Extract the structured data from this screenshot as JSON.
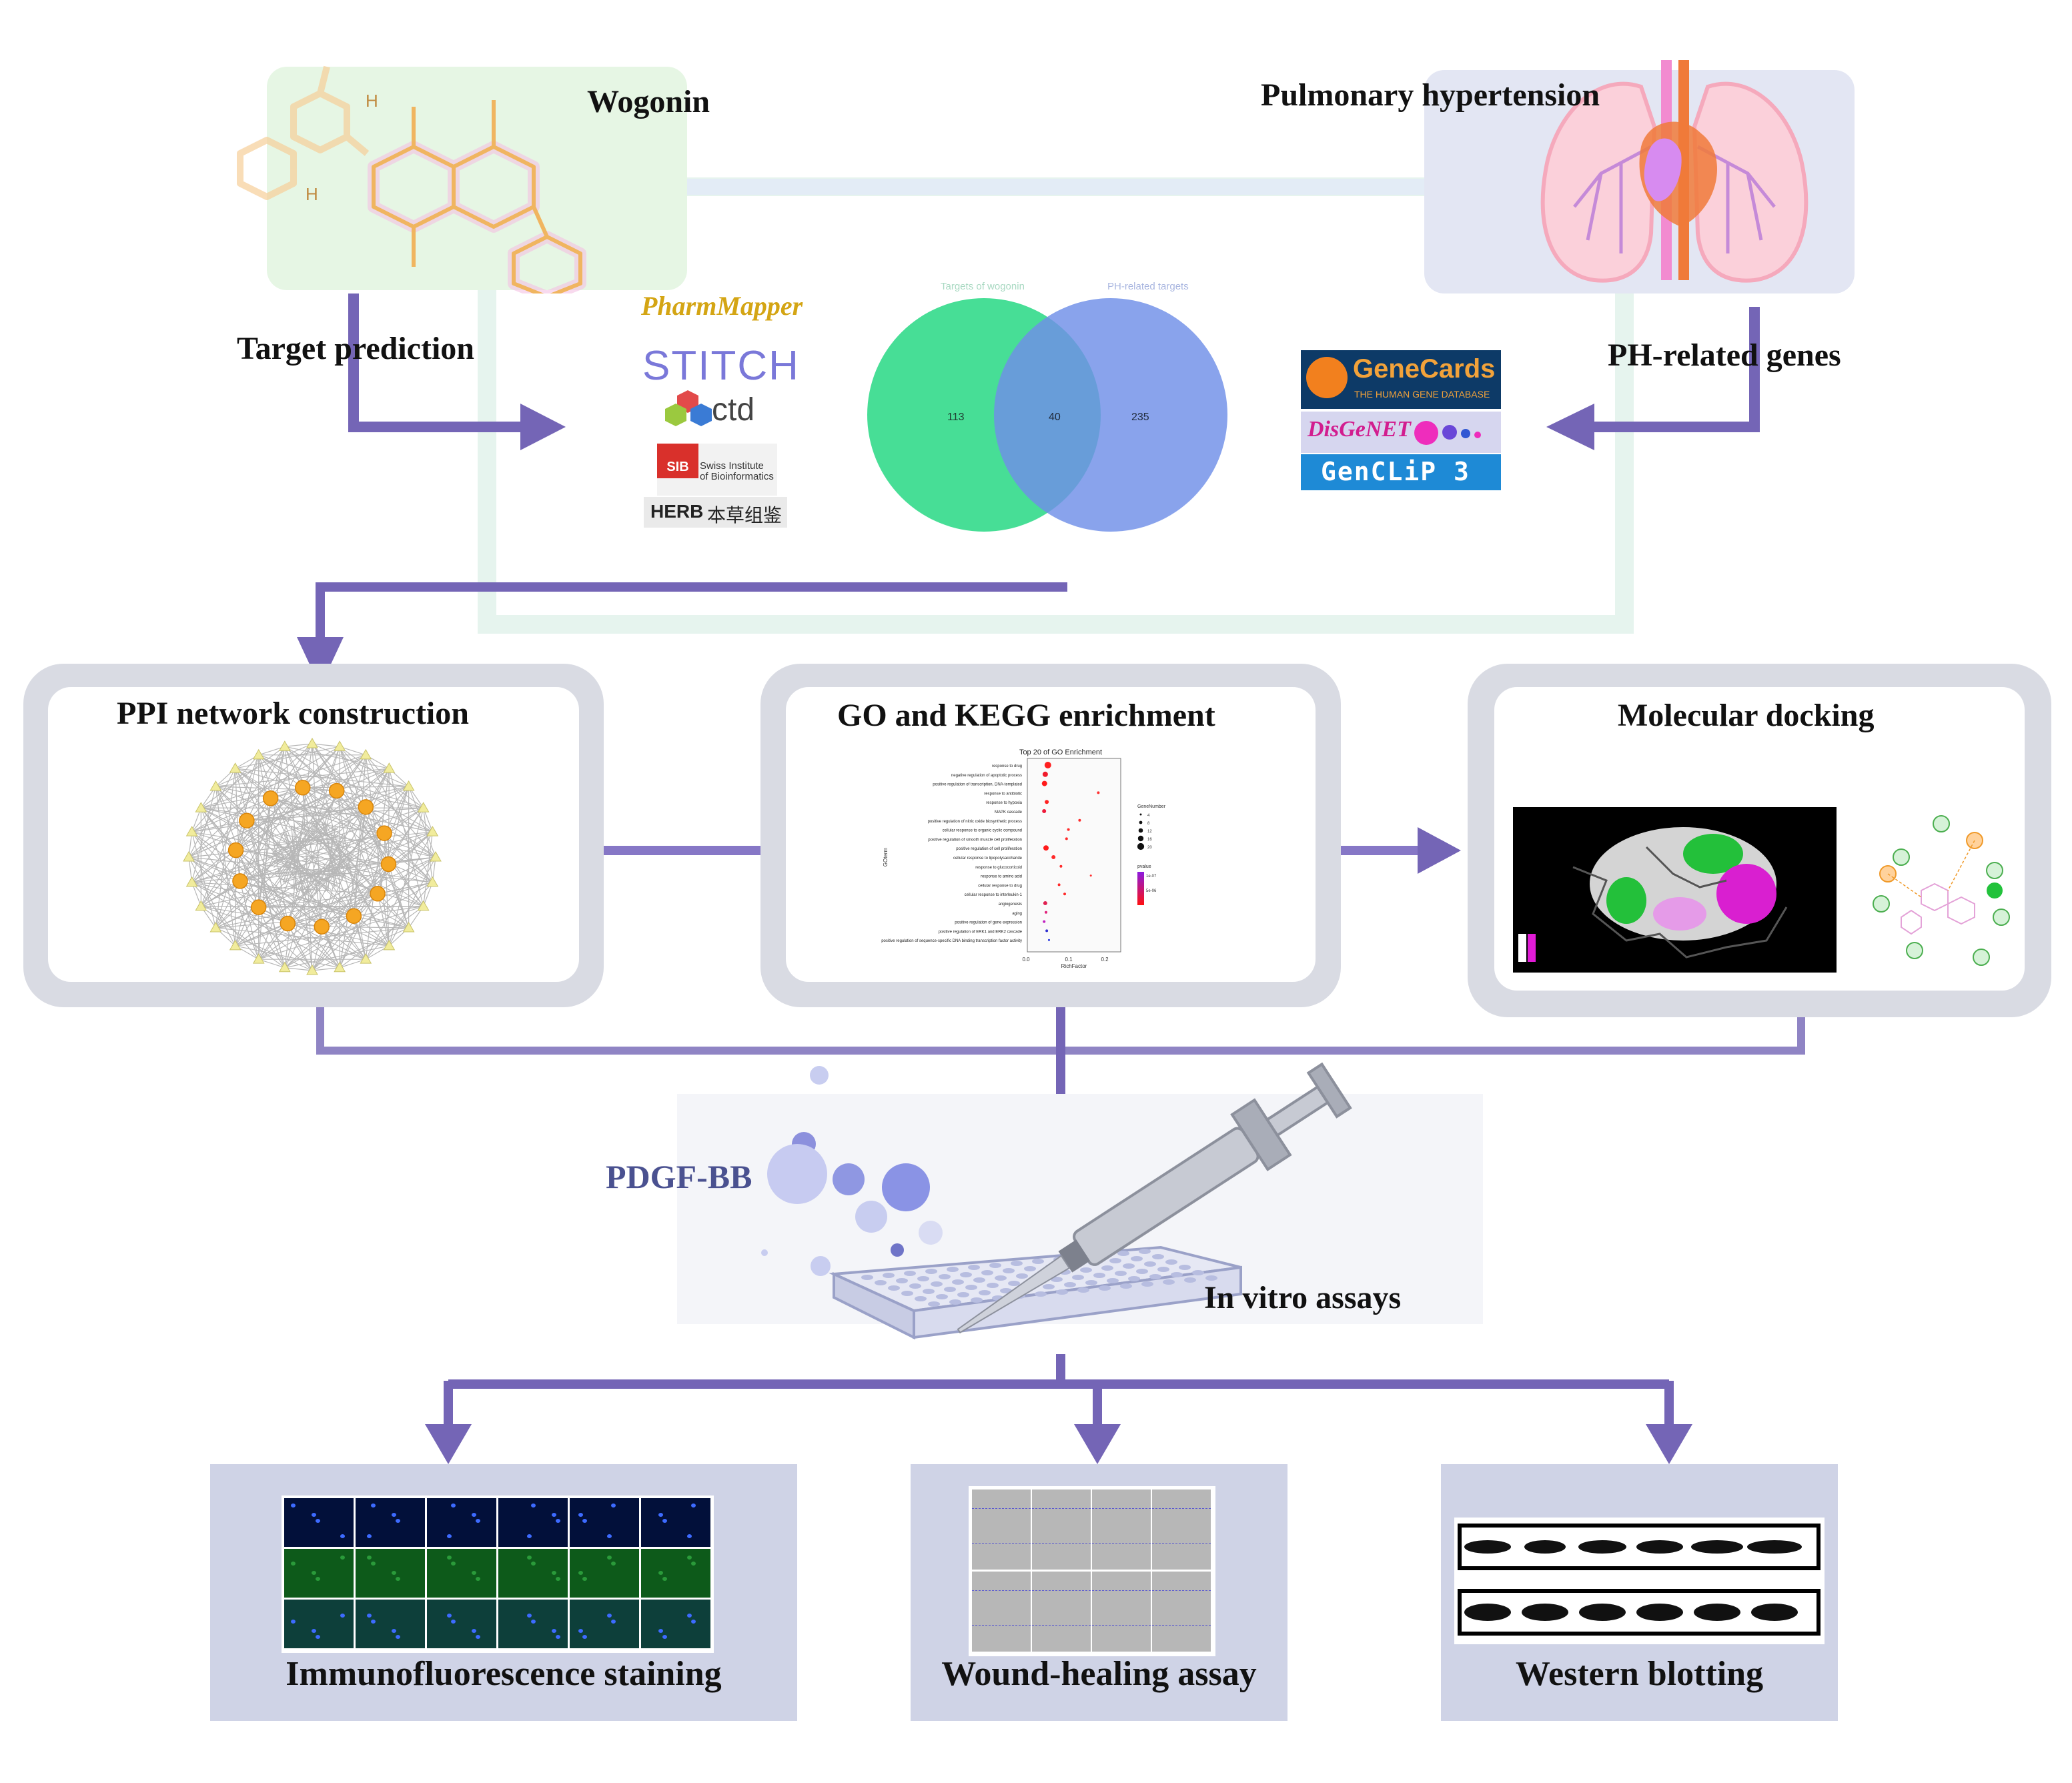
{
  "top": {
    "wogonin": "Wogonin",
    "pulmonary_hypertension": "Pulmonary hypertension",
    "target_prediction": "Target prediction",
    "ph_related_genes": "PH-related genes"
  },
  "databases_left": {
    "pharmmapper": "PharmMapper",
    "stitch": "STITCH",
    "ctd": "ctd",
    "sib_badge": "SIB",
    "sib": "Swiss Institute of Bioinformatics",
    "herb": "HERB",
    "herb_cn": "本草组鉴"
  },
  "databases_right": {
    "genecards": "GeneCards",
    "genecards_sub": "THE HUMAN GENE DATABASE",
    "disgenet": "DisGeNET",
    "genclip": "GenCLiP 3"
  },
  "venn": {
    "label_left": "Targets of wogonin",
    "label_right": "PH-related targets",
    "only_left": "113",
    "overlap": "40",
    "only_right": "235",
    "color_left": "#3ddc90",
    "color_right": "#6f8fe8"
  },
  "panels": {
    "ppi": "PPI network construction",
    "go": "GO and KEGG enrichment",
    "docking": "Molecular docking"
  },
  "go_chart": {
    "title": "Top 20 of GO Enrichment",
    "xlabel": "RichFactor",
    "ylabel": "GOterm",
    "xticks": [
      "0.0",
      "0.1",
      "0.2"
    ],
    "terms": [
      "response to drug",
      "negative regulation of apoptotic process",
      "positive regulation of transcription, DNA-templated",
      "response to antibiotic",
      "response to hypoxia",
      "MAPK cascade",
      "positive regulation of nitric oxide biosynthetic process",
      "cellular response to organic cyclic compound",
      "positive regulation of smooth muscle cell proliferation",
      "positive regulation of cell proliferation",
      "cellular response to lipopolysaccharide",
      "response to glucocorticoid",
      "response to amino acid",
      "cellular response to drug",
      "cellular response to interleukin-1",
      "angiogenesis",
      "aging",
      "positive regulation of gene expression",
      "positive regulation of ERK1 and ERK2 cascade",
      "positive regulation of sequence-specific DNA binding transcription factor activity"
    ],
    "legend_count_title": "GeneNumber",
    "legend_count": [
      "4",
      "8",
      "12",
      "16",
      "20"
    ],
    "legend_p_title": "pvalue",
    "legend_p": [
      "1e-07",
      "5e-06"
    ]
  },
  "assay": {
    "pdgf": "PDGF-BB",
    "in_vitro": "In vitro assays"
  },
  "bottom": {
    "immuno": "Immunofluorescence staining",
    "wound": "Wound-healing assay",
    "western": "Western blotting"
  },
  "colors": {
    "arrow": "#7465b6",
    "panel_border": "#d9dbe3",
    "bottom_box": "#cfd3e6",
    "pdgf_text": "#4a5190"
  }
}
